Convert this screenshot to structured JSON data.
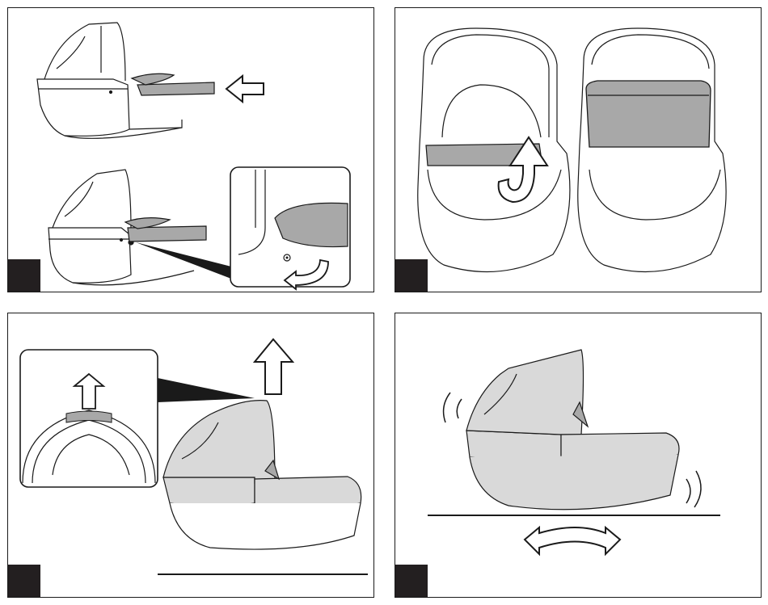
{
  "manual": {
    "panels": [
      {
        "id": "step-1",
        "illustration": "attach-apron-to-carrycot"
      },
      {
        "id": "step-2",
        "illustration": "fold-apron-over-carrycot"
      },
      {
        "id": "step-3",
        "illustration": "lift-carrycot-by-handle"
      },
      {
        "id": "step-4",
        "illustration": "rock-carrycot-on-floor"
      }
    ],
    "colors": {
      "line": "#1a1a1a",
      "fill_gray": "#d9d9d9",
      "fill_dark_gray": "#a8a8a8",
      "step_box": "#231f20"
    }
  }
}
